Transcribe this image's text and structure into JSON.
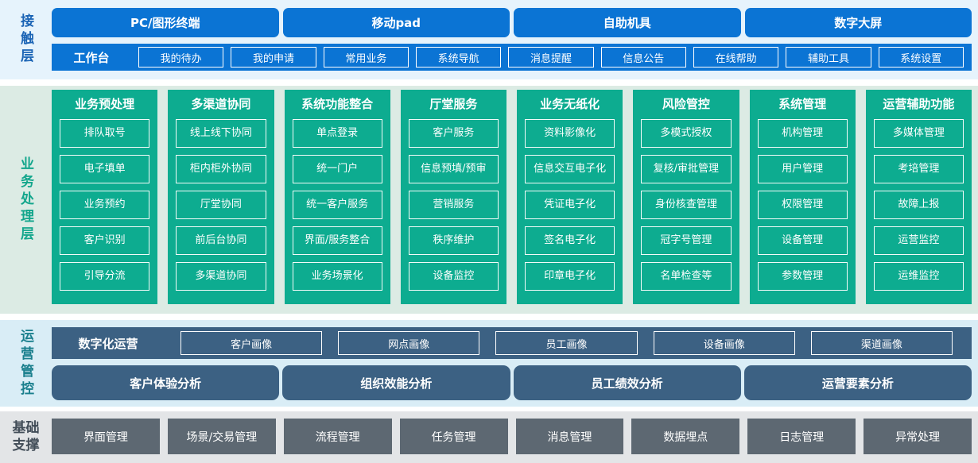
{
  "colors": {
    "accent_blue": "#0b74d4",
    "deep_blue_text": "#1b64b5",
    "light_blue_bg": "#e6f3fc",
    "teal_green": "#0dac90",
    "light_green_bg": "#dcebe4",
    "green_text": "#13a68c",
    "teal_text": "#1a7f8d",
    "light_cyan_bg": "#d9edf6",
    "slate_blue": "#3c6183",
    "gray_button": "#5d6872",
    "light_gray_bg": "#e3e5e7",
    "dark_gray_text": "#424d58"
  },
  "layers": {
    "contact": {
      "label": "接触层",
      "terminals": [
        "PC/图形终端",
        "移动pad",
        "自助机具",
        "数字大屏"
      ],
      "workbench": {
        "label": "工作台",
        "items": [
          "我的待办",
          "我的申请",
          "常用业务",
          "系统导航",
          "消息提醒",
          "信息公告",
          "在线帮助",
          "辅助工具",
          "系统设置"
        ]
      }
    },
    "business": {
      "label": "业务处理层",
      "columns": [
        {
          "title": "业务预处理",
          "items": [
            "排队取号",
            "电子填单",
            "业务预约",
            "客户识别",
            "引导分流"
          ]
        },
        {
          "title": "多渠道协同",
          "items": [
            "线上线下协同",
            "柜内柜外协同",
            "厅堂协同",
            "前后台协同",
            "多渠道协同"
          ]
        },
        {
          "title": "系统功能整合",
          "items": [
            "单点登录",
            "统一门户",
            "统一客户服务",
            "界面/服务整合",
            "业务场景化"
          ]
        },
        {
          "title": "厅堂服务",
          "items": [
            "客户服务",
            "信息预填/预审",
            "营销服务",
            "秩序维护",
            "设备监控"
          ]
        },
        {
          "title": "业务无纸化",
          "items": [
            "资料影像化",
            "信息交互电子化",
            "凭证电子化",
            "签名电子化",
            "印章电子化"
          ]
        },
        {
          "title": "风险管控",
          "items": [
            "多模式授权",
            "复核/审批管理",
            "身份核查管理",
            "冠字号管理",
            "名单检查等"
          ]
        },
        {
          "title": "系统管理",
          "items": [
            "机构管理",
            "用户管理",
            "权限管理",
            "设备管理",
            "参数管理"
          ]
        },
        {
          "title": "运营辅助功能",
          "items": [
            "多媒体管理",
            "考培管理",
            "故障上报",
            "运营监控",
            "运维监控"
          ]
        }
      ]
    },
    "operations": {
      "label": "运营管控",
      "digital_ops": {
        "label": "数字化运营",
        "items": [
          "客户画像",
          "网点画像",
          "员工画像",
          "设备画像",
          "渠道画像"
        ]
      },
      "analysis": [
        "客户体验分析",
        "组织效能分析",
        "员工绩效分析",
        "运营要素分析"
      ]
    },
    "foundation": {
      "label": "基础支撑",
      "items": [
        "界面管理",
        "场景/交易管理",
        "流程管理",
        "任务管理",
        "消息管理",
        "数据埋点",
        "日志管理",
        "异常处理"
      ]
    }
  }
}
